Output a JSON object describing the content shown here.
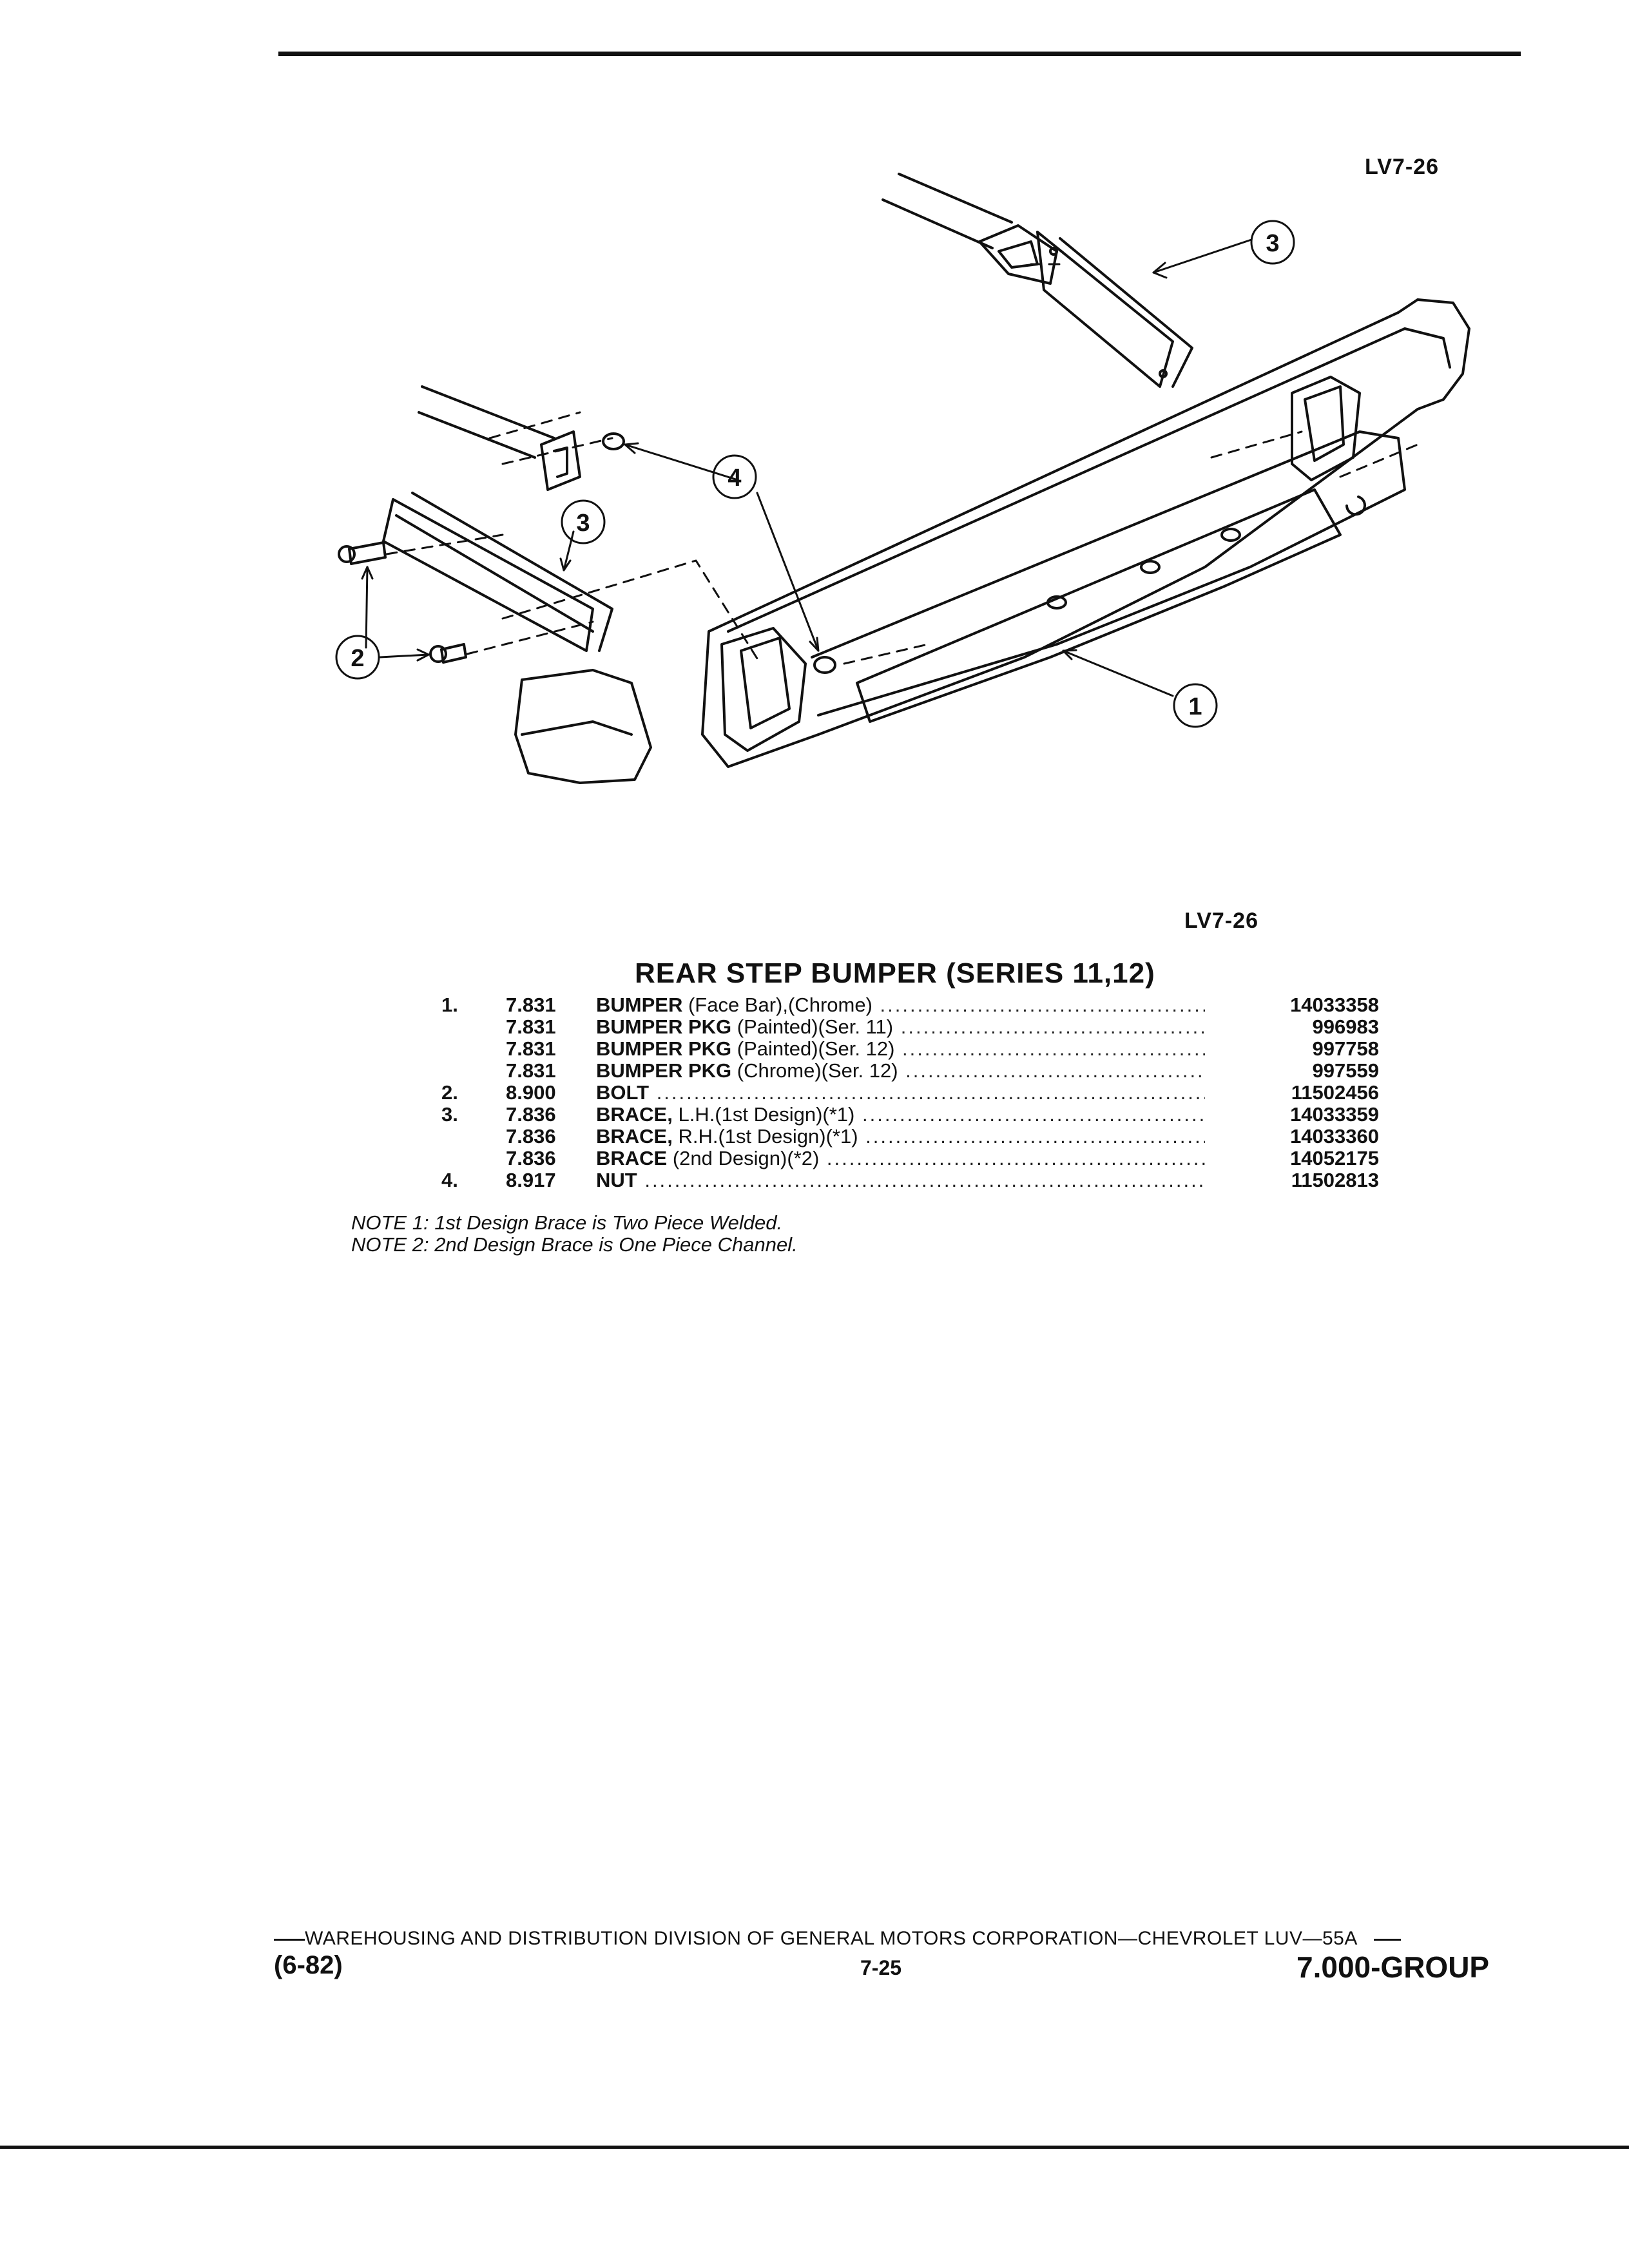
{
  "figure_code": "LV7-26",
  "figure_code_below": "LV7-26",
  "callouts": [
    "1",
    "2",
    "3",
    "3",
    "4"
  ],
  "section_title": "REAR STEP BUMPER (SERIES 11,12)",
  "parts": [
    {
      "num": "1.",
      "group": "7.831",
      "name": "BUMPER",
      "detail": " (Face Bar),(Chrome)",
      "part": "14033358"
    },
    {
      "num": "",
      "group": "7.831",
      "name": "BUMPER PKG",
      "detail": " (Painted)(Ser. 11)",
      "part": "996983"
    },
    {
      "num": "",
      "group": "7.831",
      "name": "BUMPER PKG",
      "detail": " (Painted)(Ser. 12)",
      "part": "997758"
    },
    {
      "num": "",
      "group": "7.831",
      "name": "BUMPER PKG",
      "detail": " (Chrome)(Ser. 12)",
      "part": "997559"
    },
    {
      "num": "2.",
      "group": "8.900",
      "name": "BOLT",
      "detail": "",
      "part": "11502456"
    },
    {
      "num": "3.",
      "group": "7.836",
      "name": "BRACE,",
      "detail": " L.H.(1st Design)(*1)",
      "part": "14033359"
    },
    {
      "num": "",
      "group": "7.836",
      "name": "BRACE,",
      "detail": " R.H.(1st Design)(*1)",
      "part": "14033360"
    },
    {
      "num": "",
      "group": "7.836",
      "name": "BRACE",
      "detail": " (2nd Design)(*2)",
      "part": "14052175"
    },
    {
      "num": "4.",
      "group": "8.917",
      "name": "NUT",
      "detail": "",
      "part": "11502813"
    }
  ],
  "notes": [
    "NOTE 1: 1st Design Brace is Two Piece Welded.",
    "NOTE 2: 2nd Design Brace is One Piece Channel."
  ],
  "footer": {
    "corporation": "WAREHOUSING AND DISTRIBUTION  DIVISION OF GENERAL MOTORS CORPORATION—CHEVROLET LUV—55A",
    "date": "(6-82)",
    "page": "7-25",
    "group": "7.000-GROUP"
  }
}
